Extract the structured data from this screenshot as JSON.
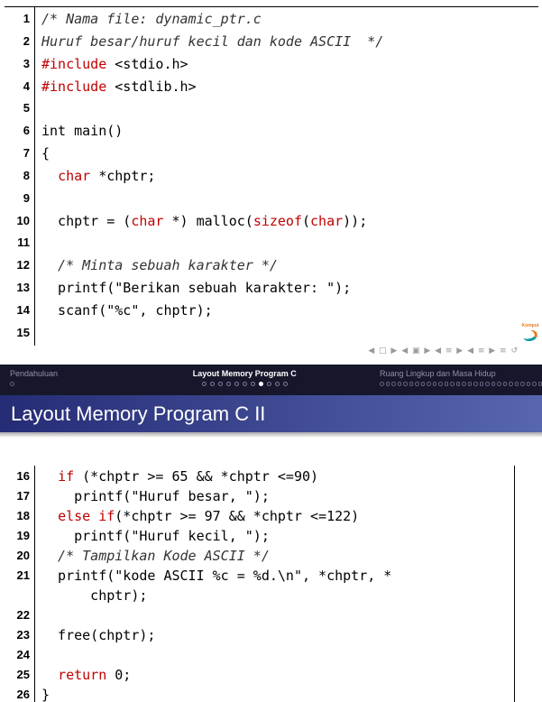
{
  "colors": {
    "keyword": "#c00000",
    "comment": "#333333",
    "plain": "#000000",
    "header_bg": "#17172c",
    "title_gradient_left": "#252c75",
    "title_gradient_right": "#5766ae"
  },
  "top_slide": {
    "code_lines": [
      {
        "no": "1",
        "segs": [
          {
            "c": "cmt",
            "t": "/* Nama file: dynamic_ptr.c"
          }
        ]
      },
      {
        "no": "2",
        "segs": [
          {
            "c": "cmt",
            "t": "Huruf besar/huruf kecil dan kode ASCII  */"
          }
        ]
      },
      {
        "no": "3",
        "segs": [
          {
            "c": "kw",
            "t": "#include"
          },
          {
            "c": "p",
            "t": " <stdio.h>"
          }
        ]
      },
      {
        "no": "4",
        "segs": [
          {
            "c": "kw",
            "t": "#include"
          },
          {
            "c": "p",
            "t": " <stdlib.h>"
          }
        ]
      },
      {
        "no": "5",
        "segs": []
      },
      {
        "no": "6",
        "segs": [
          {
            "c": "p",
            "t": "int main()"
          }
        ]
      },
      {
        "no": "7",
        "segs": [
          {
            "c": "p",
            "t": "{"
          }
        ]
      },
      {
        "no": "8",
        "segs": [
          {
            "c": "p",
            "t": "  "
          },
          {
            "c": "kw",
            "t": "char"
          },
          {
            "c": "p",
            "t": " *chptr;"
          }
        ]
      },
      {
        "no": "9",
        "segs": []
      },
      {
        "no": "10",
        "segs": [
          {
            "c": "p",
            "t": "  chptr = ("
          },
          {
            "c": "kw",
            "t": "char"
          },
          {
            "c": "p",
            "t": " *) malloc("
          },
          {
            "c": "kw",
            "t": "sizeof"
          },
          {
            "c": "p",
            "t": "("
          },
          {
            "c": "kw",
            "t": "char"
          },
          {
            "c": "p",
            "t": "));"
          }
        ]
      },
      {
        "no": "11",
        "segs": []
      },
      {
        "no": "12",
        "segs": [
          {
            "c": "cmt",
            "t": "  /* Minta sebuah karakter */"
          }
        ]
      },
      {
        "no": "13",
        "segs": [
          {
            "c": "p",
            "t": "  printf(\"Berikan sebuah karakter: \");"
          }
        ]
      },
      {
        "no": "14",
        "segs": [
          {
            "c": "p",
            "t": "  scanf(\"%c\", chptr);"
          }
        ]
      },
      {
        "no": "15",
        "segs": []
      }
    ],
    "nav_symbols": "◀ □ ▶ ◀ ▣ ▶ ◀ ≡ ▶ ◀ ≡ ▶ ≡ ↺",
    "logo_text": "Komput"
  },
  "header": {
    "sections": [
      {
        "label": "Pendahuluan",
        "dots": 1,
        "active_dot": -1,
        "current": false
      },
      {
        "label": "Layout Memory Program C",
        "dots": 11,
        "active_dot": 7,
        "current": true
      },
      {
        "label": "Ruang Lingkup dan Masa Hidup",
        "dots": 28,
        "active_dot": -1,
        "current": false
      }
    ],
    "frame_title": "Layout Memory Program C II"
  },
  "bottom_slide": {
    "code_lines": [
      {
        "no": "16",
        "segs": [
          {
            "c": "p",
            "t": "  "
          },
          {
            "c": "kw",
            "t": "if"
          },
          {
            "c": "p",
            "t": " (*chptr >= 65 && *chptr <=90)"
          }
        ]
      },
      {
        "no": "17",
        "segs": [
          {
            "c": "p",
            "t": "    printf(\"Huruf besar, \");"
          }
        ]
      },
      {
        "no": "18",
        "segs": [
          {
            "c": "p",
            "t": "  "
          },
          {
            "c": "kw",
            "t": "else"
          },
          {
            "c": "p",
            "t": " "
          },
          {
            "c": "kw",
            "t": "if"
          },
          {
            "c": "p",
            "t": "(*chptr >= 97 && *chptr <=122)"
          }
        ]
      },
      {
        "no": "19",
        "segs": [
          {
            "c": "p",
            "t": "    printf(\"Huruf kecil, \");"
          }
        ]
      },
      {
        "no": "20",
        "segs": [
          {
            "c": "cmt",
            "t": "  /* Tampilkan Kode ASCII */"
          }
        ]
      },
      {
        "no": "21",
        "segs": [
          {
            "c": "p",
            "t": "  printf(\"kode ASCII %c = %d.\\n\", *chptr, *"
          }
        ]
      },
      {
        "no": "",
        "segs": [
          {
            "c": "p",
            "t": "      chptr);"
          }
        ]
      },
      {
        "no": "22",
        "segs": []
      },
      {
        "no": "23",
        "segs": [
          {
            "c": "p",
            "t": "  free(chptr);"
          }
        ]
      },
      {
        "no": "24",
        "segs": []
      },
      {
        "no": "25",
        "segs": [
          {
            "c": "p",
            "t": "  "
          },
          {
            "c": "kw",
            "t": "return"
          },
          {
            "c": "p",
            "t": " 0;"
          }
        ]
      },
      {
        "no": "26",
        "segs": [
          {
            "c": "p",
            "t": "}"
          }
        ]
      }
    ]
  }
}
